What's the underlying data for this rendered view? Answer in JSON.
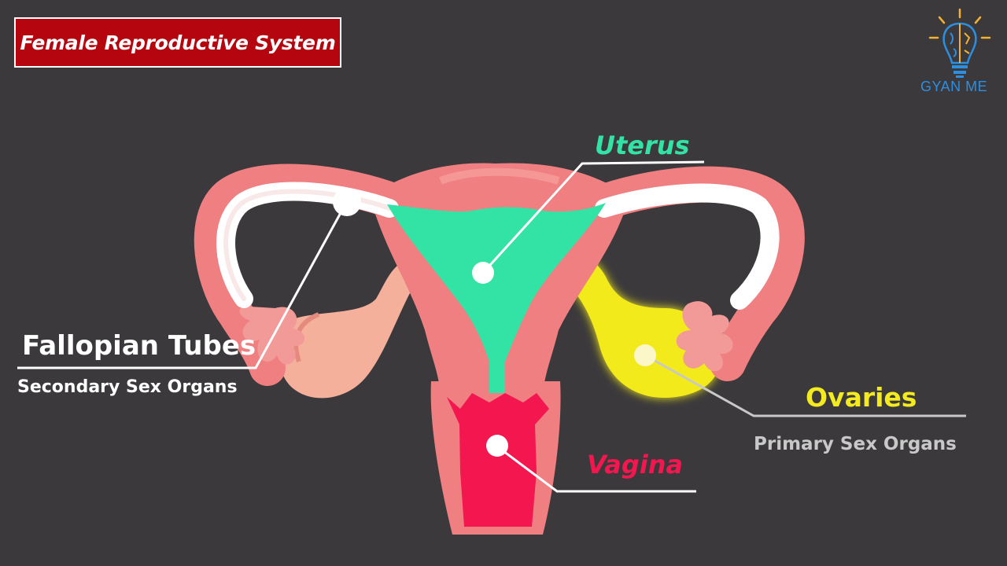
{
  "title": "Female Reproductive System",
  "logo": {
    "text": "GYAN ME",
    "icon": "brain-lightbulb-icon"
  },
  "labels": {
    "uterus": "Uterus",
    "fallopian_tubes": "Fallopian Tubes",
    "secondary": "Secondary Sex Organs",
    "ovaries": "Ovaries",
    "primary": "Primary Sex Organs",
    "vagina": "Vagina"
  },
  "colors": {
    "background": "#3b393c",
    "title_bg": "#b5060f",
    "uterus": "#33e3a5",
    "ovaries": "#f3ea1f",
    "vagina": "#f3164f",
    "tissue": "#ef7f80",
    "ovary_left": "#f4b09b",
    "white": "#ffffff",
    "grey_label": "#c8c8c8"
  }
}
